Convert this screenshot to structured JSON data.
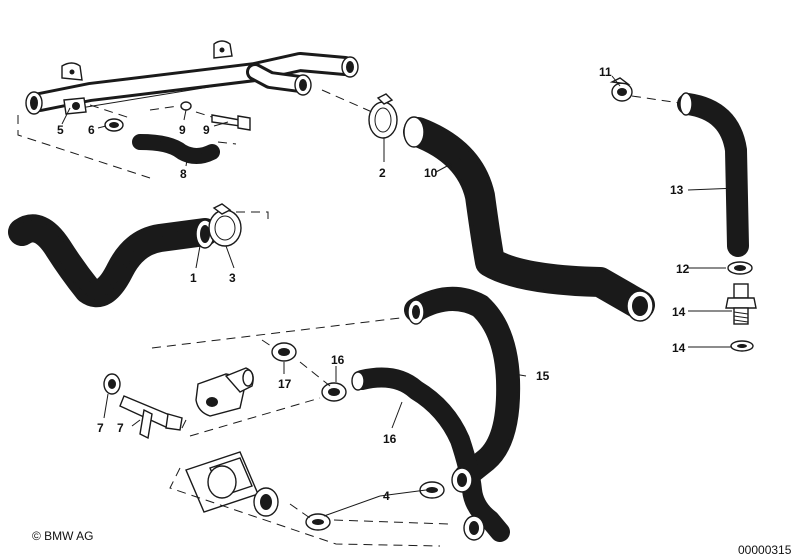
{
  "copyright": "© BMW AG",
  "drawing_number": "00000315",
  "callouts": [
    "1",
    "2",
    "3",
    "4",
    "5",
    "6",
    "7",
    "7",
    "8",
    "9",
    "9",
    "10",
    "11",
    "12",
    "13",
    "14",
    "14",
    "15",
    "16",
    "16",
    "17"
  ]
}
